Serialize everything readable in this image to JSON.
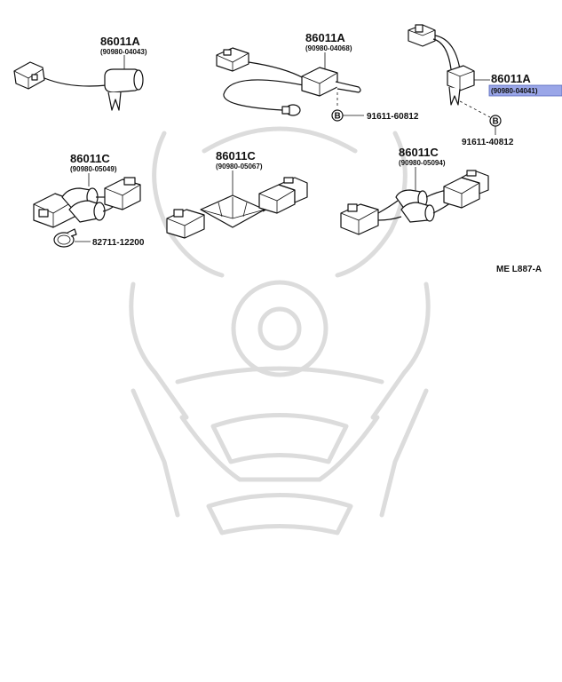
{
  "labels": {
    "p1_main": "86011A",
    "p1_sub": "(90980-04043)",
    "p2_main": "86011A",
    "p2_sub": "(90980-04068)",
    "p2_bolt": "91611-60812",
    "p3_main": "86011A",
    "p3_sub": "(90980-04041)",
    "p3_bolt": "91611-40812",
    "p4_main": "86011C",
    "p4_sub": "(90980-05049)",
    "p4_clamp": "82711-12200",
    "p5_main": "86011C",
    "p5_sub": "(90980-05067)",
    "p6_main": "86011C",
    "p6_sub": "(90980-05094)",
    "bolt_marker": "B",
    "diagram_code": "ME  L887-A"
  },
  "colors": {
    "highlight": "#9aa6e8",
    "line": "#111111",
    "watermark": "#d9d9d9"
  }
}
